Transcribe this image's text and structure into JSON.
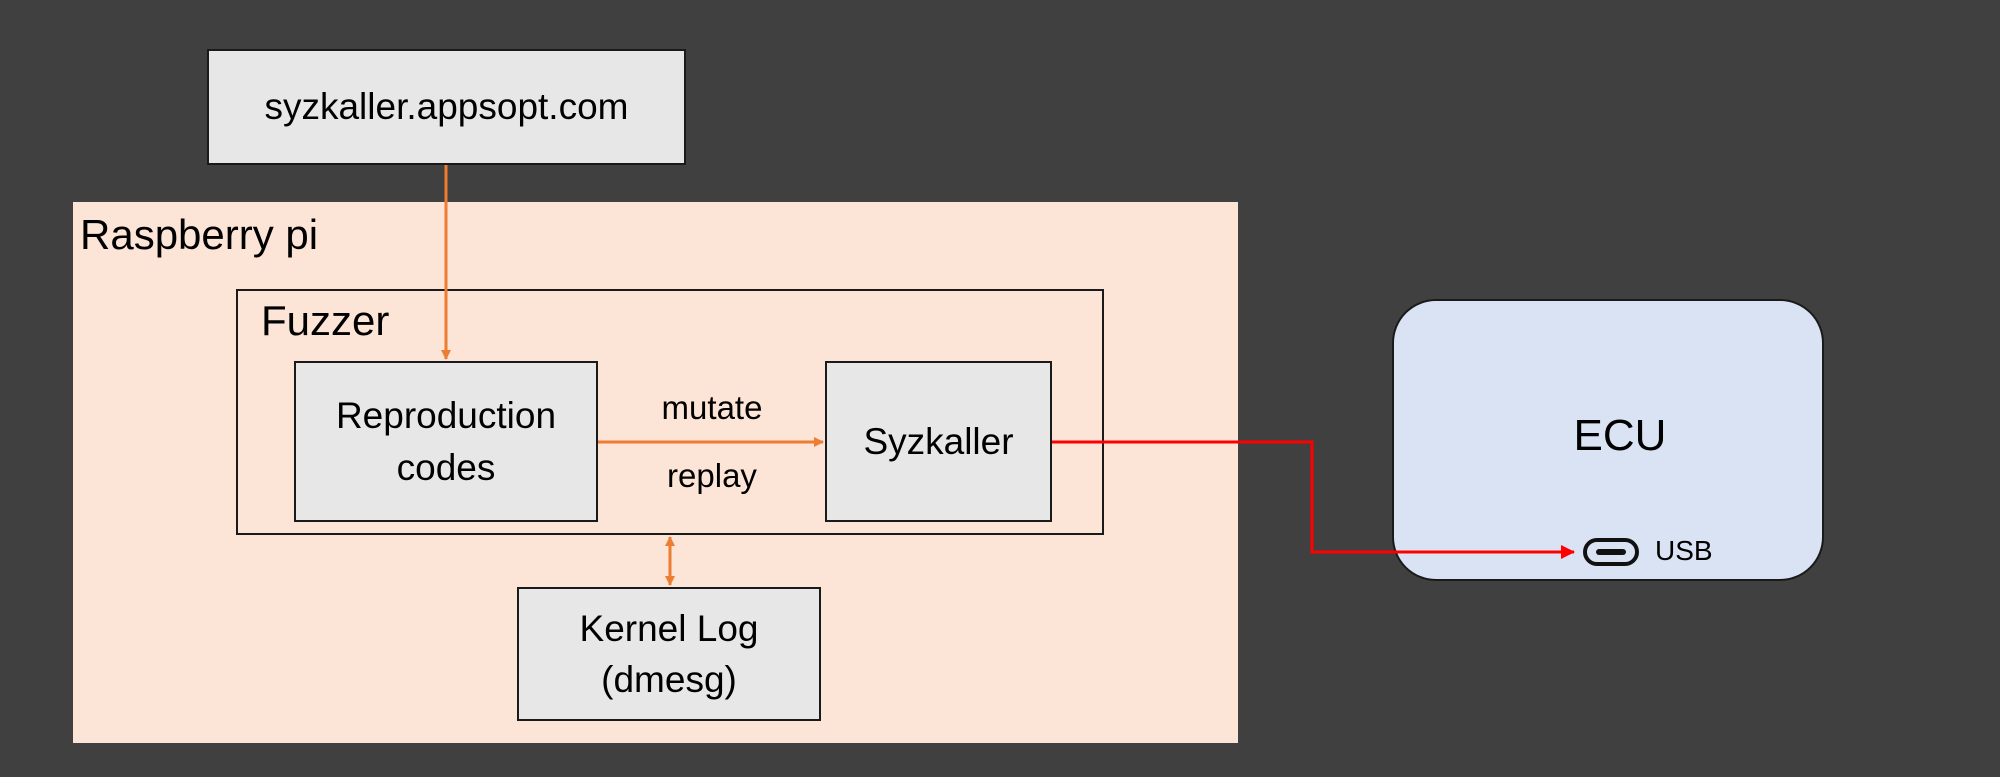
{
  "diagram": {
    "nodes": {
      "syzkaller_web": "syzkaller.appsopt.com",
      "raspberry_pi": "Raspberry pi",
      "fuzzer": "Fuzzer",
      "reproduction_codes": [
        "Reproduction",
        "codes"
      ],
      "syzkaller": "Syzkaller",
      "kernel_log": [
        "Kernel Log",
        "(dmesg)"
      ],
      "ecu": "ECU",
      "usb_port": "USB"
    },
    "edges": {
      "mutate": "mutate",
      "replay": "replay"
    },
    "colors": {
      "background": "#404040",
      "raspberry_pi_fill": "#fce4d6",
      "box_fill": "#e7e7e7",
      "ecu_fill": "#dae3f3",
      "internal_arrow": "#ed7d31",
      "usb_link": "#ff0000"
    },
    "icons": [
      "usb-c-port-icon"
    ]
  }
}
